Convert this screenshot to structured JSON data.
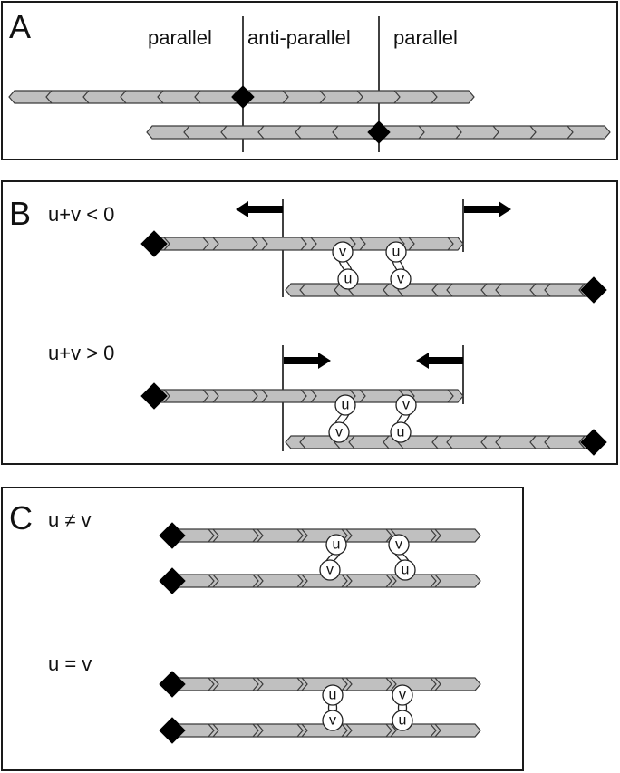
{
  "figure": {
    "panels": [
      {
        "id": "A",
        "letter": "A",
        "region_labels": [
          "parallel",
          "anti-parallel",
          "parallel"
        ],
        "strands": [
          {
            "name": "strand-1",
            "direction_left_part": "left",
            "direction_right_part": "right"
          },
          {
            "name": "strand-2",
            "direction_left_part": "left",
            "direction_right_part": "right"
          }
        ]
      },
      {
        "id": "B",
        "letter": "B",
        "cases": [
          {
            "condition": "u+v < 0",
            "arrows": [
              "left",
              "right"
            ],
            "contacts": [
              {
                "top": "v",
                "bottom": "u"
              },
              {
                "top": "u",
                "bottom": "v"
              }
            ]
          },
          {
            "condition": "u+v > 0",
            "arrows": [
              "right",
              "left"
            ],
            "contacts": [
              {
                "top": "u",
                "bottom": "v"
              },
              {
                "top": "v",
                "bottom": "u"
              }
            ]
          }
        ]
      },
      {
        "id": "C",
        "letter": "C",
        "cases": [
          {
            "condition": "u ≠ v",
            "contacts": [
              {
                "top": "u",
                "bottom": "v"
              },
              {
                "top": "v",
                "bottom": "u"
              }
            ]
          },
          {
            "condition": "u = v",
            "contacts": [
              {
                "top": "u",
                "bottom": "v"
              },
              {
                "top": "v",
                "bottom": "u"
              }
            ]
          }
        ]
      }
    ]
  }
}
